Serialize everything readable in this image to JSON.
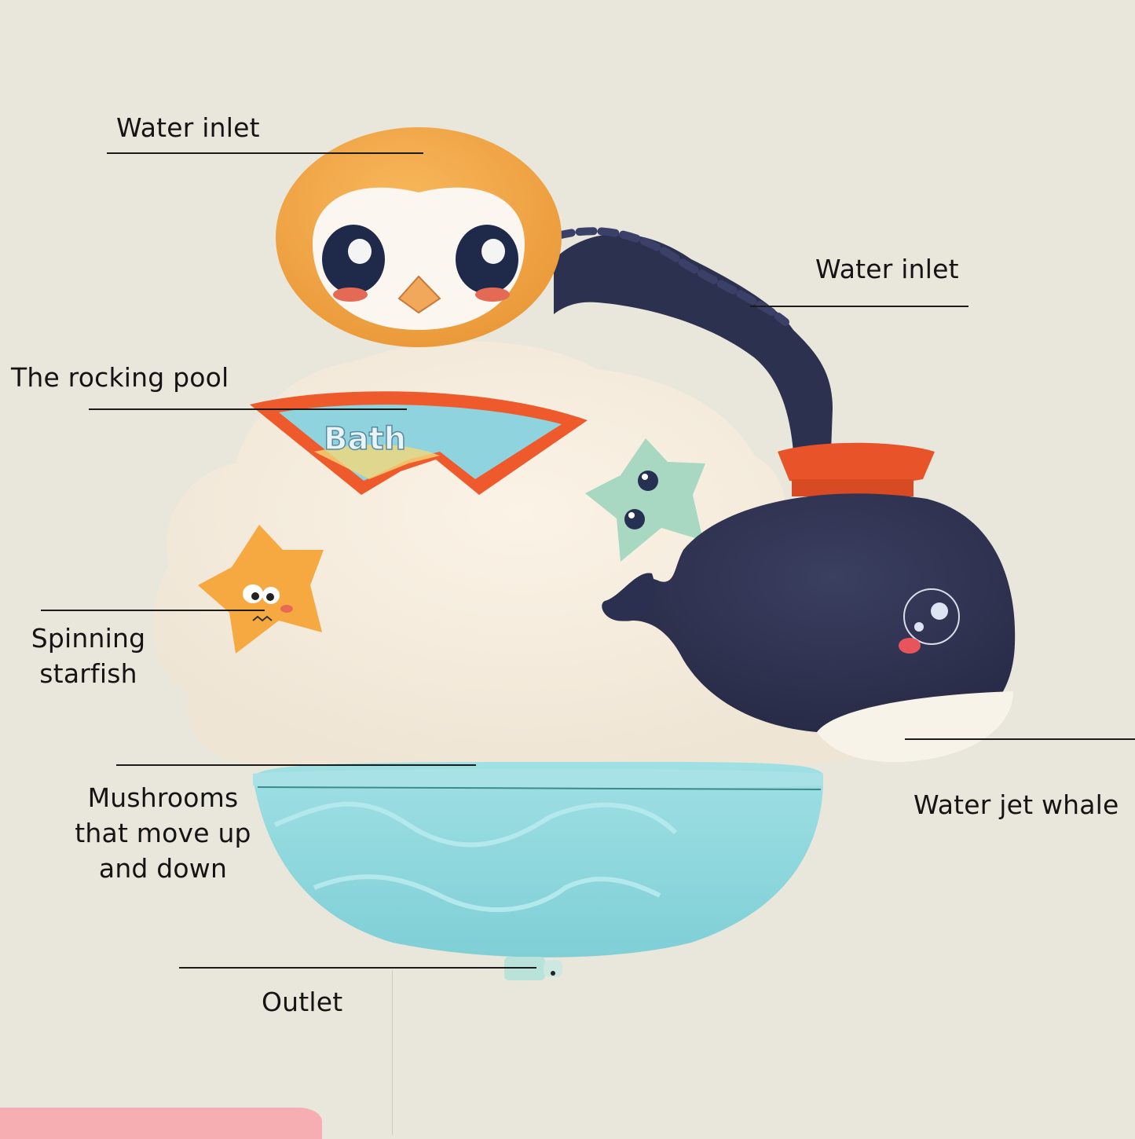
{
  "diagram": {
    "subject": "Bath toy wall water station",
    "colors": {
      "background": "#e9e6db",
      "penguin_orange": "#f2a645",
      "navy": "#2d3150",
      "pool_orange": "#ee5a2c",
      "tub_teal": "#8fd8de",
      "starfish_orange": "#f7a941",
      "starfish_mint": "#a8d8c2",
      "pink_tray": "#f6aeb2"
    },
    "pool_sign_text": "Bath",
    "labels": [
      {
        "id": "water-inlet-top",
        "text": "Water inlet"
      },
      {
        "id": "water-inlet-right",
        "text": "Water inlet"
      },
      {
        "id": "rocking-pool",
        "text": "The rocking pool"
      },
      {
        "id": "spinning-starfish",
        "lines": [
          "Spinning",
          "starfish"
        ]
      },
      {
        "id": "mushrooms",
        "lines": [
          "Mushrooms",
          "that move up",
          "and down"
        ]
      },
      {
        "id": "water-jet-whale",
        "text": "Water jet whale"
      },
      {
        "id": "outlet",
        "text": "Outlet"
      }
    ]
  }
}
